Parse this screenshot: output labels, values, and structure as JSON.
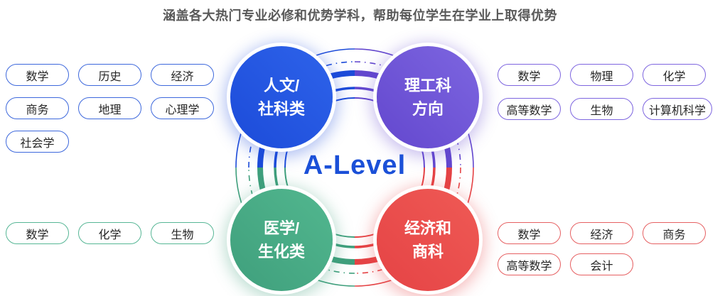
{
  "title": "涵盖各大热门专业必修和优势学科，帮助每位学生在学业上取得优势",
  "title_color": "#595959",
  "center": {
    "label": "A-Level",
    "color": "#1B50D8"
  },
  "tag_text_color": "#262626",
  "categories": [
    {
      "id": "humanities",
      "lines": [
        "人文/",
        "社科类"
      ],
      "color": "#1C4BD9",
      "color_light": "#2E63EA"
    },
    {
      "id": "stem",
      "lines": [
        "理工科",
        "方向"
      ],
      "color": "#6347CE",
      "color_light": "#7D66E0"
    },
    {
      "id": "medical",
      "lines": [
        "医学/",
        "生化类"
      ],
      "color": "#3F9F7C",
      "color_light": "#52B78F"
    },
    {
      "id": "business",
      "lines": [
        "经济和",
        "商科"
      ],
      "color": "#E54345",
      "color_light": "#EF5A55"
    }
  ],
  "tag_groups": [
    {
      "id": "humanities-tags",
      "category": "humanities",
      "border_color": "#3D68DC",
      "rows": [
        [
          "数学",
          "历史",
          "经济"
        ],
        [
          "商务",
          "地理",
          "心理学"
        ],
        [
          "社会学"
        ]
      ]
    },
    {
      "id": "stem-tags",
      "category": "stem",
      "border_color": "#7D65DF",
      "rows": [
        [
          "数学",
          "物理",
          "化学"
        ],
        [
          "高等数学",
          "生物",
          "计算机科学"
        ]
      ]
    },
    {
      "id": "medical-tags",
      "category": "medical",
      "border_color": "#56B695",
      "rows": [
        [
          "数学",
          "化学",
          "生物"
        ]
      ]
    },
    {
      "id": "business-tags",
      "category": "business",
      "border_color": "#E66062",
      "rows": [
        [
          "数学",
          "经济",
          "商务"
        ],
        [
          "高等数学",
          "会计"
        ]
      ]
    }
  ]
}
